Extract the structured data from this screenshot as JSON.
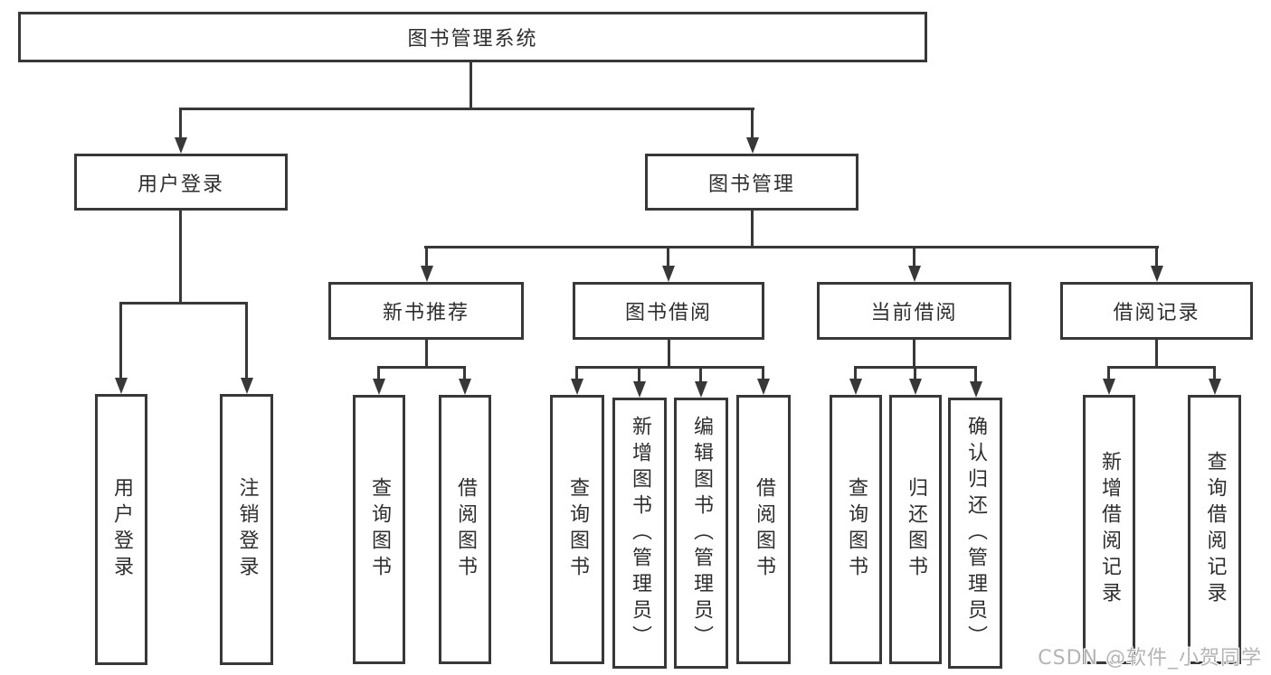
{
  "diagram": {
    "root": "图书管理系统",
    "user_login": {
      "label": "用户登录",
      "children": [
        "用户登录",
        "注销登录"
      ]
    },
    "book_mgmt": {
      "label": "图书管理",
      "groups": [
        {
          "label": "新书推荐",
          "children": [
            "查询图书",
            "借阅图书"
          ]
        },
        {
          "label": "图书借阅",
          "children": [
            "查询图书",
            "新增图书（管理员）",
            "编辑图书（管理员）",
            "借阅图书"
          ]
        },
        {
          "label": "当前借阅",
          "children": [
            "查询图书",
            "归还图书",
            "确认归还（管理员）"
          ]
        },
        {
          "label": "借阅记录",
          "children": [
            "新增借阅记录",
            "查询借阅记录"
          ]
        }
      ]
    },
    "watermark": "CSDN @软件_小贺同学",
    "colors": {
      "line": "#383838",
      "box_fill": "#ffffff",
      "text": "#2e2e2e",
      "watermark": "#b4b4b4"
    }
  }
}
